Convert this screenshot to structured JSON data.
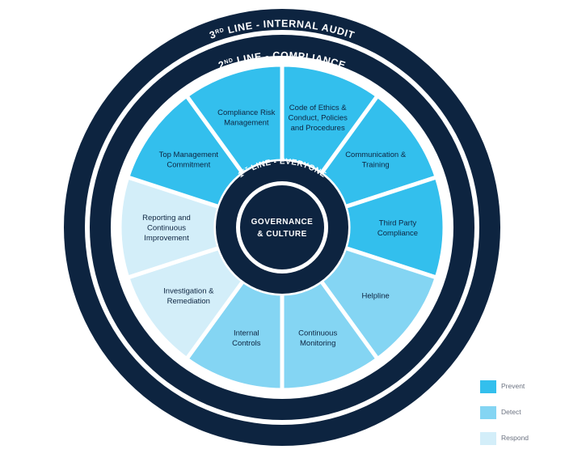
{
  "rings": {
    "outer_label_main": "LINE - INTERNAL AUDIT",
    "outer_label_num": "3",
    "outer_label_sup": "RD",
    "middle_label_main": "LINE - COMPLIANCE",
    "middle_label_num": "2",
    "middle_label_sup": "ND",
    "inner_label_main": "LINE - EVERYONE",
    "inner_label_num": "1",
    "inner_label_sup": "ST"
  },
  "center": {
    "line1": "GOVERNANCE",
    "line2": "& CULTURE"
  },
  "segments": [
    {
      "lines": [
        "Code of Ethics &",
        "Conduct, Policies",
        "and Procedures"
      ],
      "category": "prevent"
    },
    {
      "lines": [
        "Communication &",
        "Training"
      ],
      "category": "prevent"
    },
    {
      "lines": [
        "Third Party",
        "Compliance"
      ],
      "category": "prevent"
    },
    {
      "lines": [
        "Helpline"
      ],
      "category": "detect"
    },
    {
      "lines": [
        "Continuous",
        "Monitoring"
      ],
      "category": "detect"
    },
    {
      "lines": [
        "Internal",
        "Controls"
      ],
      "category": "detect"
    },
    {
      "lines": [
        "Investigation &",
        "Remediation"
      ],
      "category": "respond"
    },
    {
      "lines": [
        "Reporting and",
        "Continuous",
        "Improvement"
      ],
      "category": "respond"
    },
    {
      "lines": [
        "Top Management",
        "Commitment"
      ],
      "category": "prevent"
    },
    {
      "lines": [
        "Compliance Risk",
        "Management"
      ],
      "category": "prevent"
    }
  ],
  "legend": [
    {
      "label": "Prevent",
      "color": "#33bfed"
    },
    {
      "label": "Detect",
      "color": "#84d5f3"
    },
    {
      "label": "Respond",
      "color": "#d3eef9"
    }
  ],
  "colors": {
    "navy": "#0d2440",
    "prevent": "#33bfed",
    "detect": "#84d5f3",
    "respond": "#d3eef9",
    "gap": "#ffffff"
  }
}
